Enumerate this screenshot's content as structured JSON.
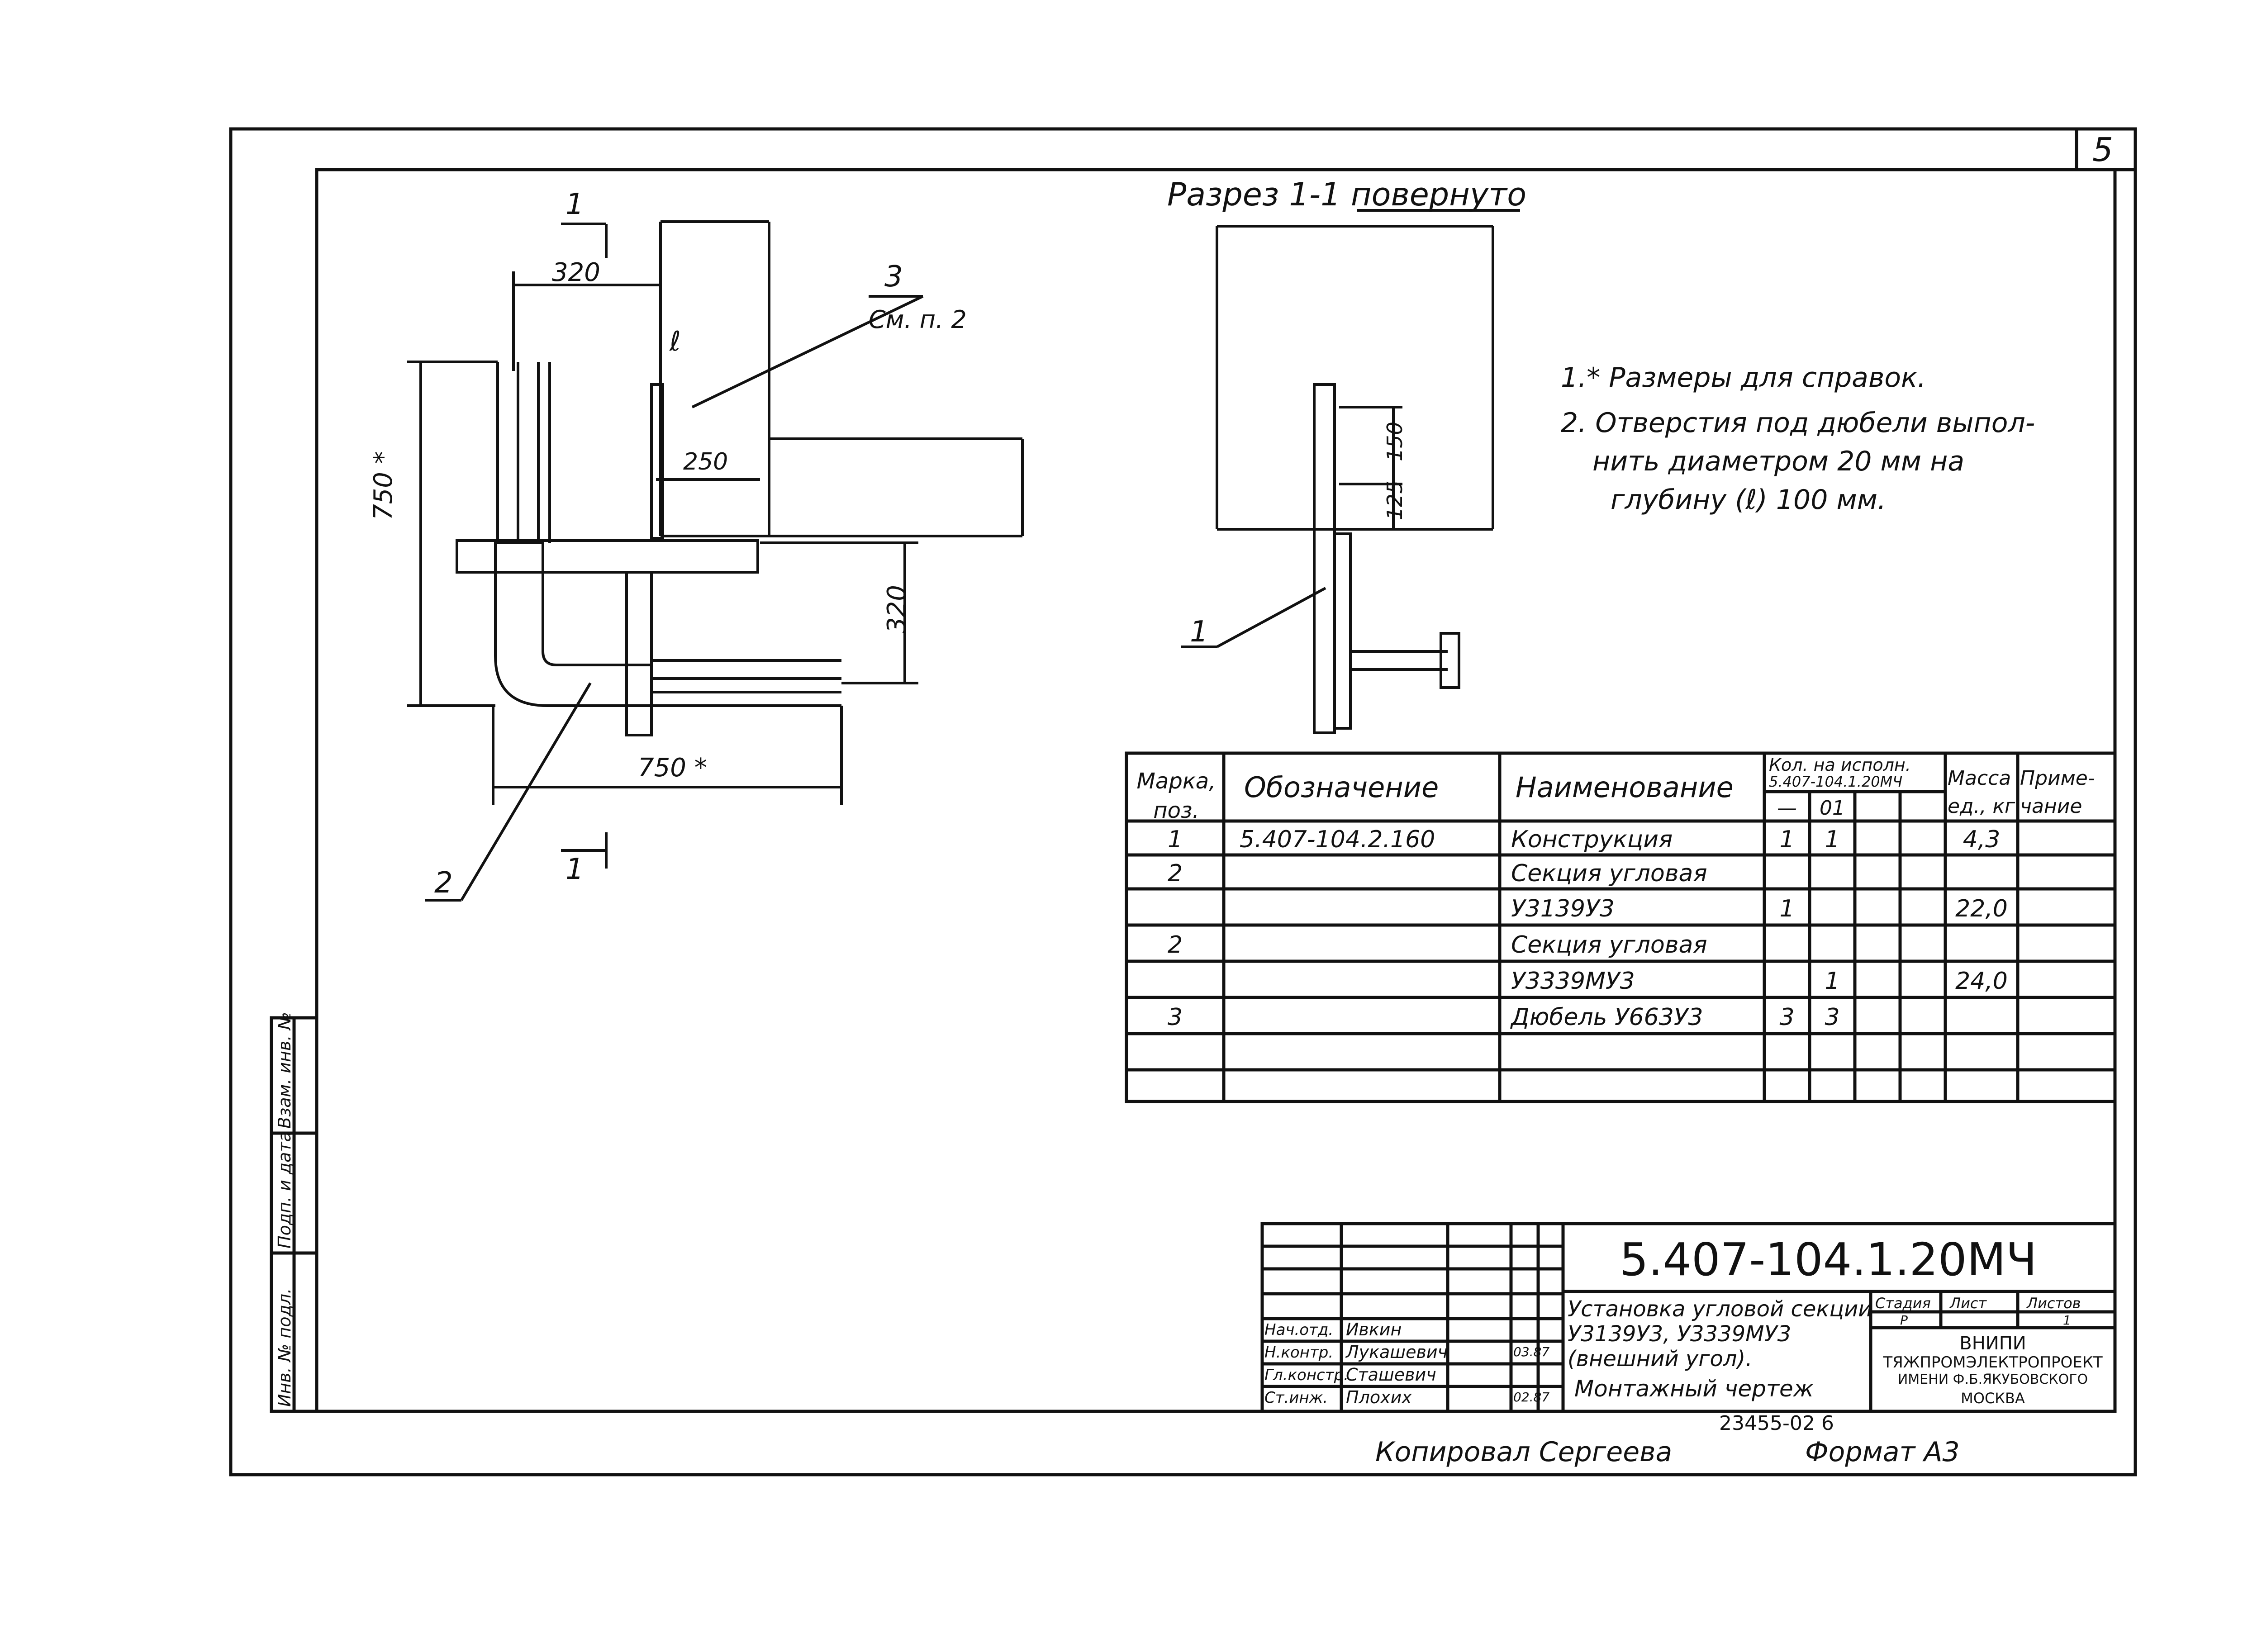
{
  "sheet_number": "5",
  "section_title": "Разрез 1-1 повернуто",
  "notes": [
    "1.* Размеры для справок.",
    "2. Отверстия под дюбели выпол-",
    "нить диаметром 20 мм на",
    "глубину (ℓ) 100 мм."
  ],
  "plan_view": {
    "section_mark_label": "1",
    "dimensions": {
      "width_top": "320",
      "width_bottom": "750 *",
      "height_left": "750 *",
      "height_right": "320",
      "offset": "250",
      "depth_label": "ℓ"
    },
    "callouts": {
      "pos3": "3",
      "pos3_note": "См. п. 2",
      "pos2": "2"
    }
  },
  "section_view": {
    "dimensions": {
      "d150": "150",
      "d125": "125"
    },
    "callouts": {
      "pos1": "1"
    }
  },
  "spec_table": {
    "headers": {
      "mark": "Марка, поз.",
      "designation": "Обозначение",
      "name": "Наименование",
      "qty": "Кол. на исполн.",
      "qty_doc": "5.407-104.1.20МЧ",
      "qty_col1": "—",
      "qty_col2": "01",
      "mass": "Масса ед., кг",
      "note": "Приме- чание"
    },
    "rows": [
      {
        "mark": "1",
        "designation": "5.407-104.2.160",
        "name": "Конструкция",
        "q1": "1",
        "q2": "1",
        "mass": "4,3"
      },
      {
        "mark": "2",
        "designation": "",
        "name": "Секция угловая",
        "q1": "",
        "q2": "",
        "mass": ""
      },
      {
        "mark": "",
        "designation": "",
        "name": "У3139У3",
        "q1": "1",
        "q2": "",
        "mass": "22,0"
      },
      {
        "mark": "2",
        "designation": "",
        "name": "Секция угловая",
        "q1": "",
        "q2": "",
        "mass": ""
      },
      {
        "mark": "",
        "designation": "",
        "name": "У3339МУ3",
        "q1": "",
        "q2": "1",
        "mass": "24,0"
      },
      {
        "mark": "3",
        "designation": "",
        "name": "Дюбель У663У3",
        "q1": "3",
        "q2": "3",
        "mass": ""
      }
    ]
  },
  "side_stamp": [
    "Инв. № подл.",
    "Подп. и дата",
    "Взам. инв. №"
  ],
  "title_block": {
    "doc_code": "5.407-104.1.20МЧ",
    "signatures": [
      {
        "role": "Нач.отд.",
        "name": "Ивкин",
        "date": ""
      },
      {
        "role": "Н.контр.",
        "name": "Лукашевич",
        "date": "03.87"
      },
      {
        "role": "Гл.констр.",
        "name": "Сташевич",
        "date": ""
      },
      {
        "role": "Ст.инж.",
        "name": "Плохих",
        "date": "02.87"
      }
    ],
    "description": [
      "Установка угловой секции",
      "У3139У3, У3339МУ3",
      "(внешний угол).",
      "Монтажный чертеж"
    ],
    "stage_label": "Стадия",
    "sheet_label": "Лист",
    "sheets_label": "Листов",
    "stage_value": "Р",
    "sheets_value": "1",
    "org": [
      "ВНИПИ",
      "ТЯЖПРОМЭЛЕКТРОПРОЕКТ",
      "ИМЕНИ Ф.Б.ЯКУБОВСКОГО",
      "МОСКВА"
    ]
  },
  "archive_number": "23455-02 6",
  "copied_by": "Копировал Сергеева",
  "format": "Формат А3"
}
